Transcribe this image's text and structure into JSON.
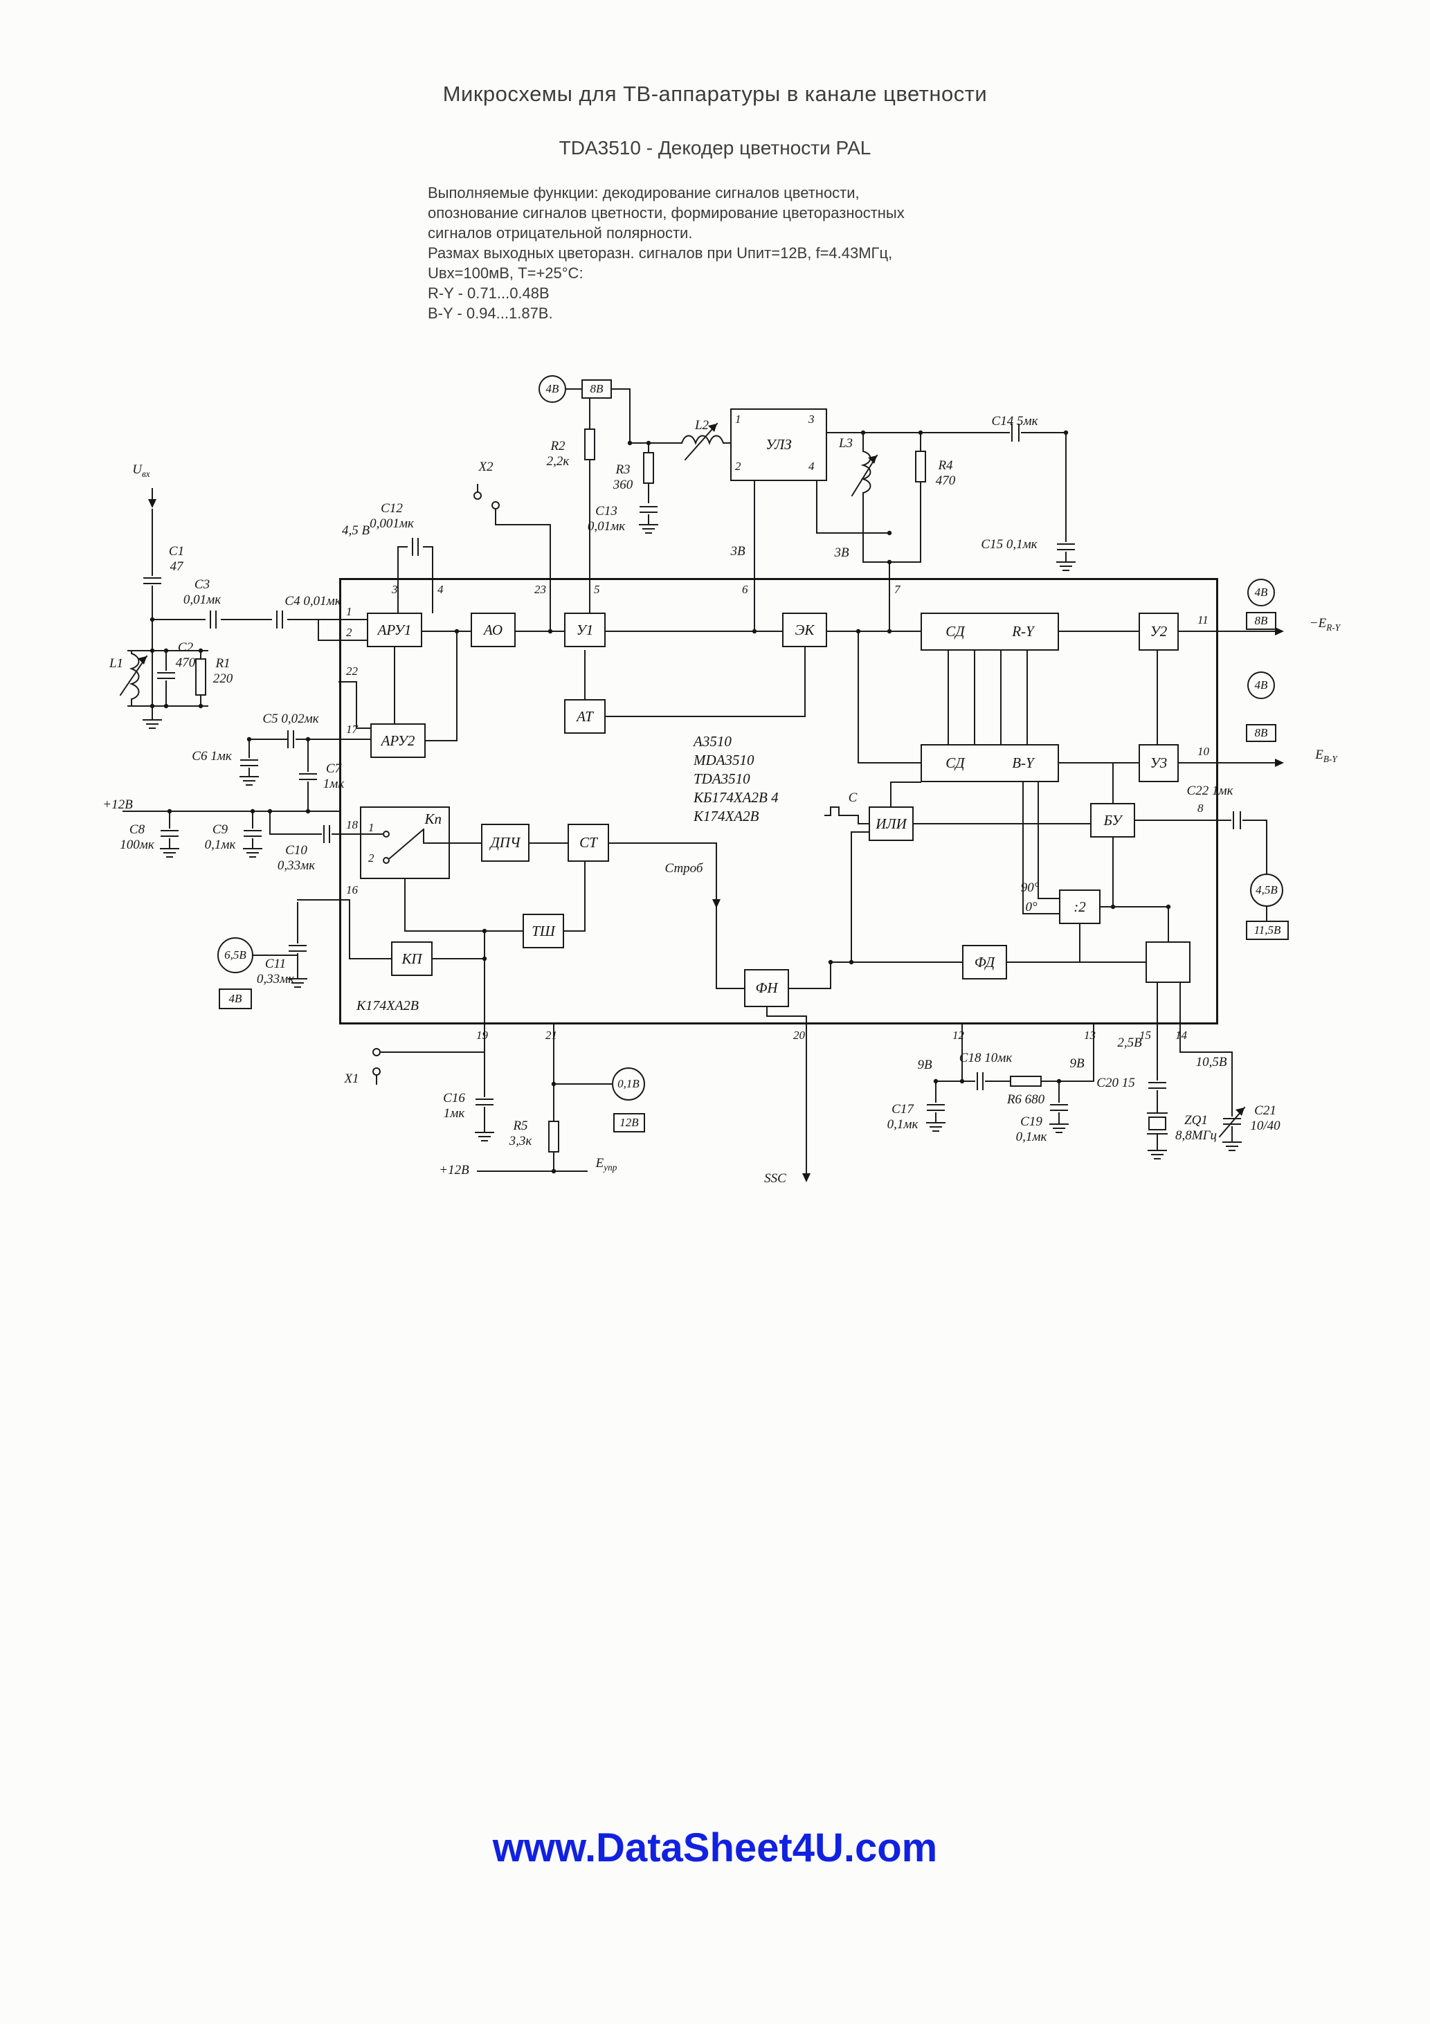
{
  "page": {
    "title": "Микросхемы для ТВ-аппаратуры в канале цветности",
    "subtitle": "TDA3510 - Декодер цветности PAL",
    "description": [
      "Выполняемые функции: декодирование сигналов цветности,",
      "опознование сигналов цветности, формирование цветоразностных",
      "сигналов отрицательной полярности.",
      "Размах выходных цветоразн. сигналов при Uпит=12В, f=4.43МГц,",
      "Uвх=100мВ, Т=+25°С:",
      "R-Y - 0.71...0.48В",
      "B-Y - 0.94...1.87В."
    ],
    "watermark": "www.DataSheet4U.com",
    "watermark_color": "#1021e2"
  },
  "schematic": {
    "ic": {
      "part_numbers": [
        "A3510",
        "MDA3510",
        "TDA3510",
        "КБ174ХА2В 4",
        "К174ХА2В"
      ],
      "bottom_label": "К174ХА2В"
    },
    "blocks": {
      "aru1": "АРУ1",
      "aru2": "АРУ2",
      "ao": "АО",
      "u1": "У1",
      "at": "АТ",
      "ek": "ЭК",
      "sd": "СД",
      "ry": "R-Y",
      "by": "B-Y",
      "u2": "У2",
      "u3": "У3",
      "bu": "БУ",
      "or": "ИЛИ",
      "div2": ":2",
      "fd": "ФД",
      "fn": "ФН",
      "st": "СТ",
      "dpch": "ДПЧ",
      "kp_switch": "Кп",
      "tsh": "ТШ",
      "kp": "КП",
      "ulz": "УЛЗ"
    },
    "pins": {
      "top": [
        "3",
        "4",
        "23",
        "5",
        "6",
        "7"
      ],
      "left": [
        "1",
        "2",
        "22",
        "17",
        "18",
        "16"
      ],
      "right": [
        "11",
        "10",
        "8"
      ],
      "bottom": [
        "19",
        "21",
        "20",
        "12",
        "13",
        "15",
        "14"
      ],
      "ulz": [
        "1",
        "2",
        "3",
        "4"
      ],
      "switch": [
        "1",
        "2"
      ]
    },
    "labels": {
      "uvx_main": "U",
      "uvx_sub": "вх",
      "c1": "C1\n47",
      "c3": "C3\n0,01мк",
      "c4": "C4 0,01мк",
      "l1": "L1",
      "c2": "C2\n470",
      "r1": "R1\n220",
      "c5": "C5 0,02мк",
      "c6": "C6 1мк",
      "c7": "C7\n1мк",
      "p12v_a": "+12В",
      "c8": "C8\n100мк",
      "c9": "C9\n0,1мк",
      "c10": "C10\n0,33мк",
      "c11": "C11\n0,33мк",
      "x1": "X1",
      "x2": "X2",
      "v45": "4,5 В",
      "c12": "C12\n0,001мк",
      "r2": "R2\n2,2к",
      "r3": "R3\n360",
      "l2": "L2",
      "c13": "C13\n0,01мк",
      "l3": "L3",
      "r4": "R4\n470",
      "c14": "C14 5мк",
      "c15": "C15 0,1мк",
      "v3a": "3В",
      "v3b": "3В",
      "c16": "C16\n1мк",
      "r5": "R5\n3,3к",
      "p12v_b": "+12В",
      "eupr_main": "E",
      "eupr_sub": "упр",
      "strob": "Строб",
      "clk": "С",
      "deg90": "90°",
      "deg0": "0°",
      "ssc": "SSC",
      "v9a": "9В",
      "c18": "С18 10мк",
      "v9b": "9В",
      "v25": "2,5В",
      "v105": "10,5В",
      "c17": "C17\n0,1мк",
      "r6": "R6 680",
      "c19": "C19\n0,1мк",
      "c20": "C20 15",
      "zq1": "ZQ1\n8,8МГц",
      "c21": "C21\n10/40",
      "c22": "C22 1мк"
    },
    "badges": {
      "top_c": "4В",
      "top_b": "8В",
      "ry_c": "4В",
      "ry_b": "8В",
      "by_c": "4В",
      "by_b": "8В",
      "right_c": "4,5В",
      "right_b": "11,5В",
      "left_c": "6,5В",
      "left_b": "4В",
      "bot_c": "0,1В",
      "bot_b": "12В"
    },
    "outputs": {
      "ry_main": "−E",
      "ry_sub": "R-Y",
      "by_main": "E",
      "by_sub": "B-Y"
    }
  }
}
